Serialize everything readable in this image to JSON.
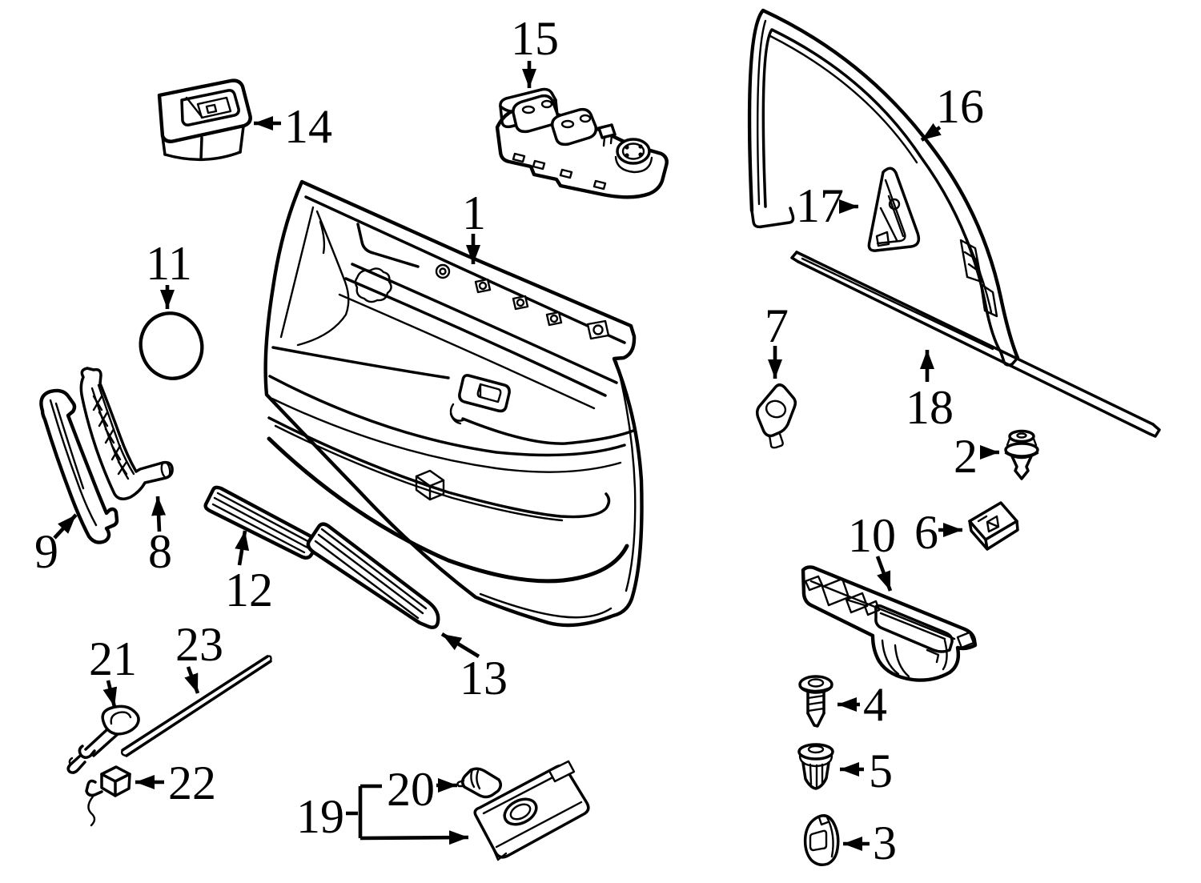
{
  "diagram": {
    "background_color": "#ffffff",
    "line_color": "#000000",
    "highlight_color": "#a9dbf5",
    "highlighted_callout": "9"
  },
  "callouts": {
    "p1": "1",
    "p2": "2",
    "p3": "3",
    "p4": "4",
    "p5": "5",
    "p6": "6",
    "p7": "7",
    "p8": "8",
    "p9": "9",
    "p10": "10",
    "p11": "11",
    "p12": "12",
    "p13": "13",
    "p14": "14",
    "p15": "15",
    "p16": "16",
    "p17": "17",
    "p18": "18",
    "p19": "19",
    "p20": "20",
    "p21": "21",
    "p22": "22",
    "p23": "23"
  }
}
